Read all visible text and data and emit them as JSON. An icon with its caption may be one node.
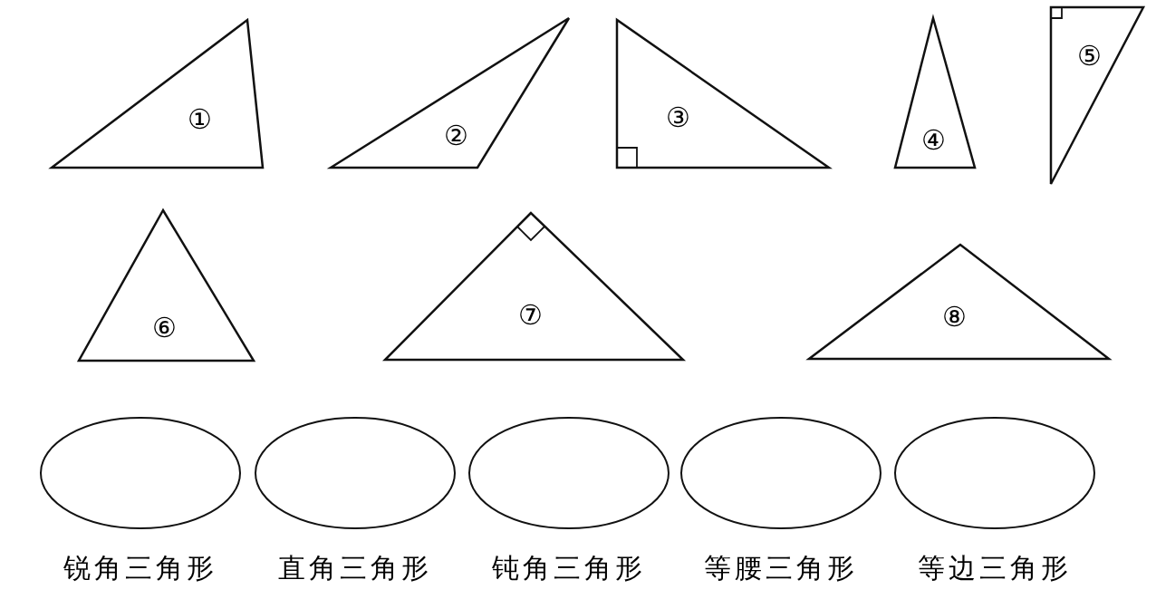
{
  "diagram": {
    "nodes": [
      {
        "text": [
          "①"
        ]
      },
      {
        "text": [
          "②"
        ]
      },
      {
        "text": [
          "③"
        ]
      },
      {
        "text": [
          "④"
        ]
      },
      {
        "text": [
          "⑤"
        ]
      },
      {
        "text": [
          "⑥"
        ]
      },
      {
        "text": [
          "⑦"
        ]
      },
      {
        "text": [
          "⑧"
        ]
      },
      {
        "text": [],
        "shape": "ellipse",
        "beside": [
          "锐角三角形"
        ]
      },
      {
        "text": [],
        "shape": "ellipse",
        "beside": [
          "直角三角形"
        ]
      },
      {
        "text": [],
        "shape": "ellipse",
        "beside": [
          "钝角三角形"
        ]
      },
      {
        "text": [],
        "shape": "ellipse",
        "beside": [
          "等腰三角形"
        ]
      },
      {
        "text": [],
        "shape": "ellipse",
        "beside": [
          "等边三角形"
        ]
      }
    ],
    "edges": []
  }
}
